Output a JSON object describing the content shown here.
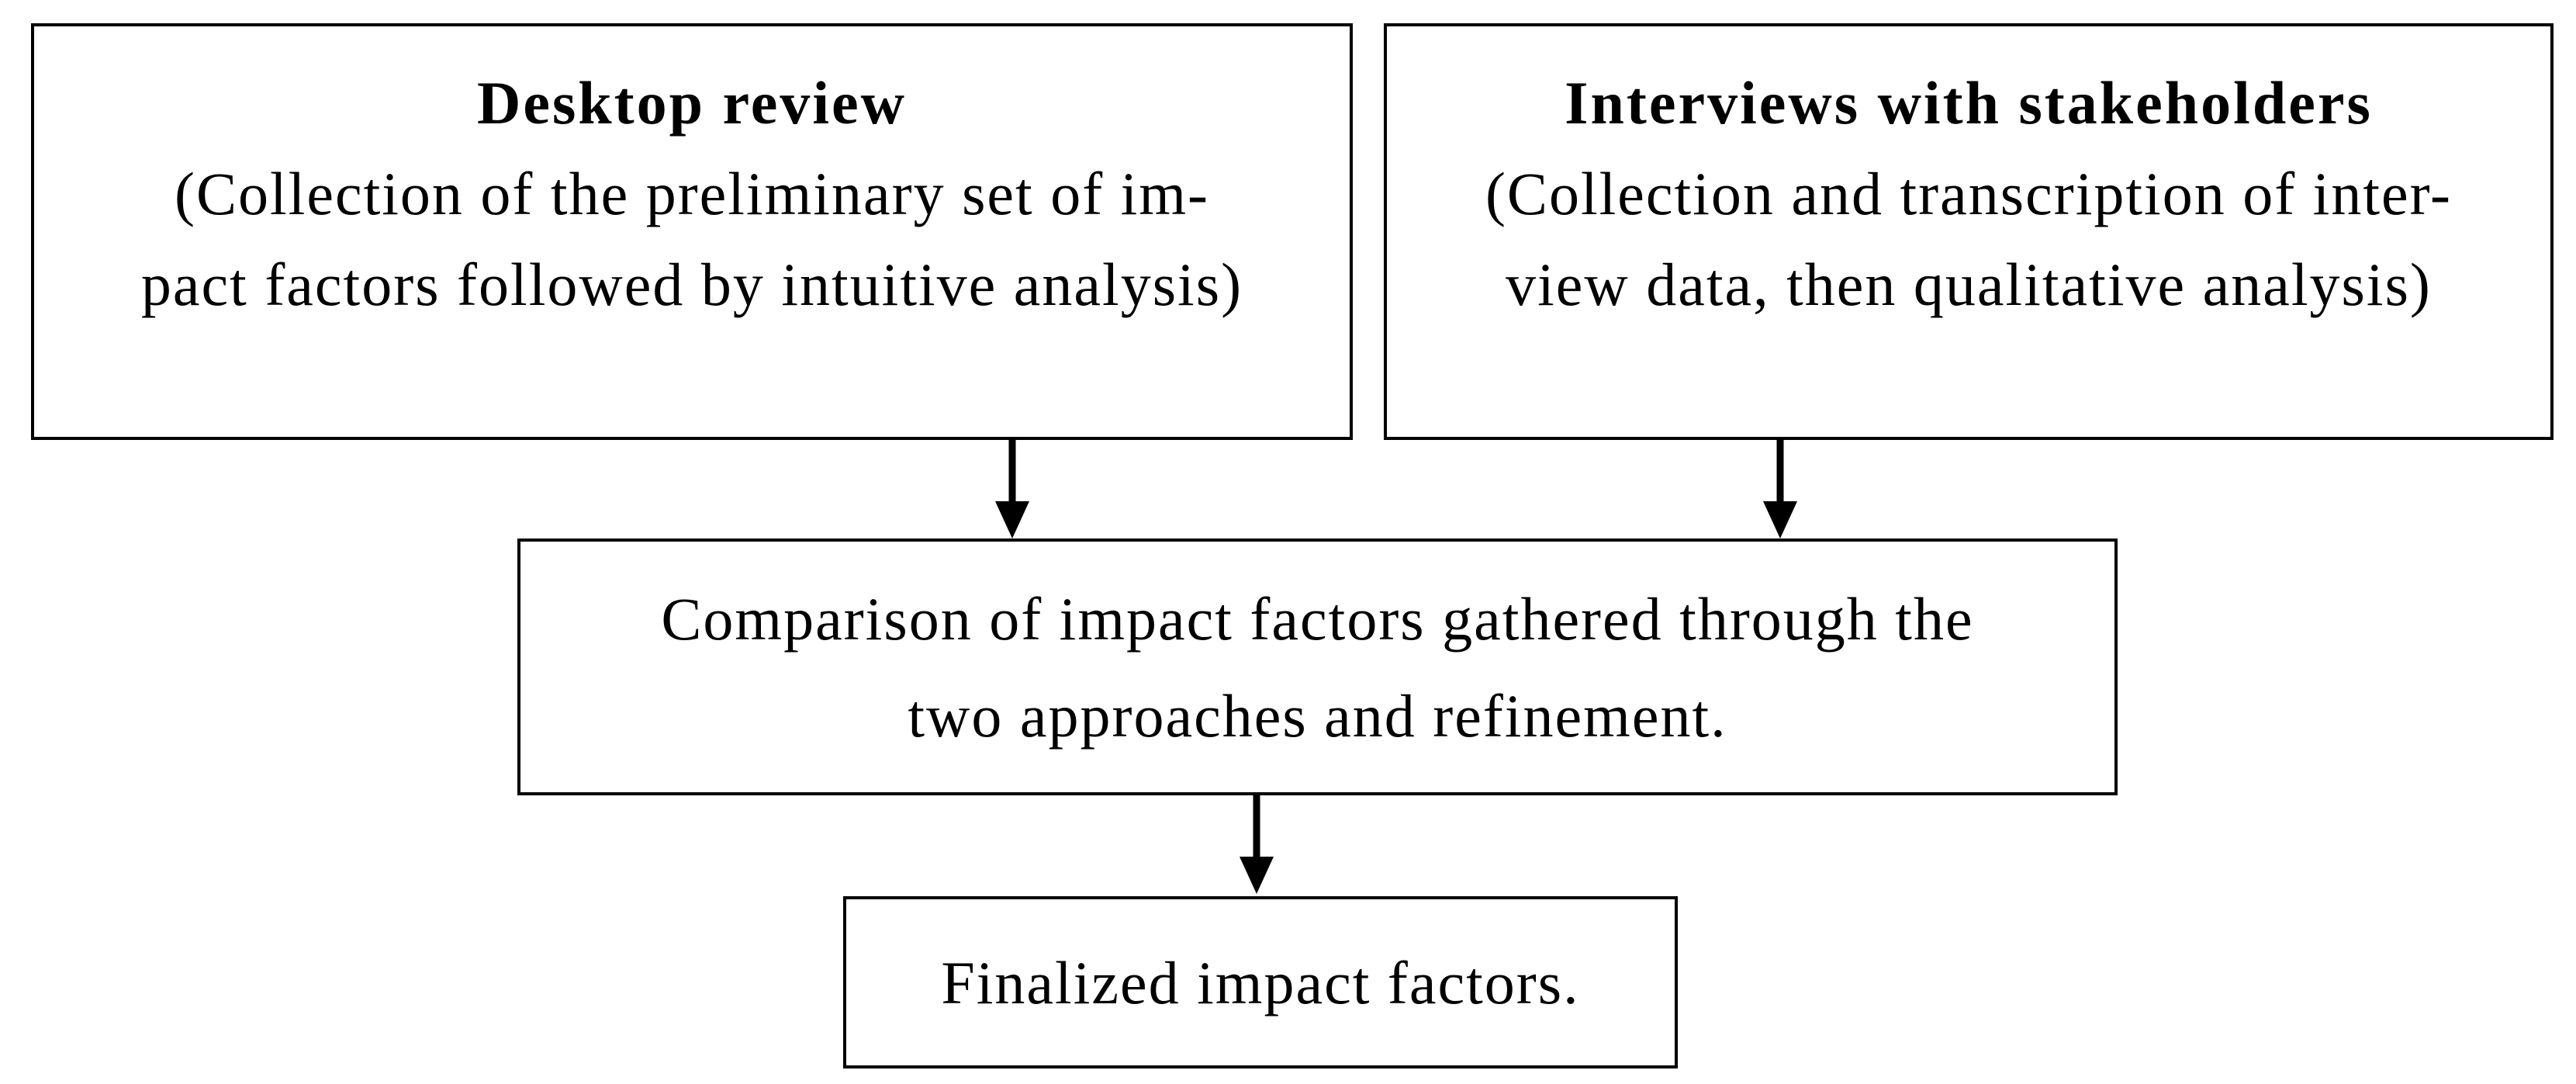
{
  "colors": {
    "background": "#ffffff",
    "line": "#000000",
    "text": "#000000"
  },
  "boxes": {
    "desktop_review": {
      "title": "Desktop review",
      "lines": [
        "(Collection of the preliminary set of im-",
        "pact factors followed by intuitive analysis)"
      ]
    },
    "interviews": {
      "title": "Interviews with stakeholders",
      "lines": [
        "(Collection and transcription of inter-",
        "view data, then qualitative analysis)"
      ]
    },
    "comparison": {
      "lines": [
        "Comparison of impact factors gathered through the",
        "two approaches and refinement."
      ]
    },
    "finalized": {
      "lines": [
        "Finalized impact factors."
      ]
    }
  },
  "connectors": [
    {
      "name": "desktop-review-to-comparison",
      "type": "arrow-down"
    },
    {
      "name": "interviews-to-comparison",
      "type": "arrow-down"
    },
    {
      "name": "comparison-to-finalized",
      "type": "arrow-down"
    }
  ]
}
